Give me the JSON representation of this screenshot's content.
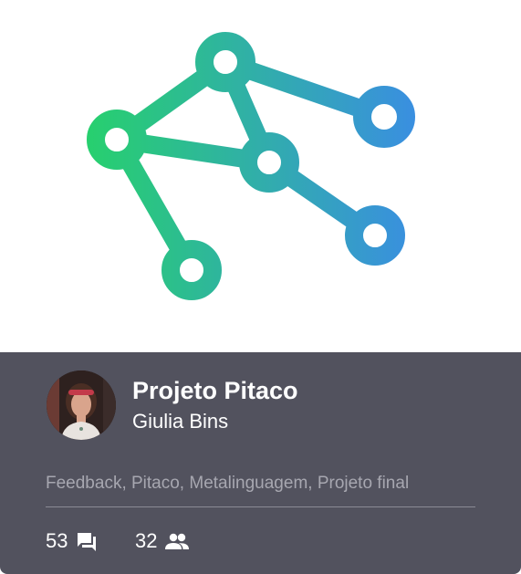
{
  "project": {
    "title": "Projeto Pitaco",
    "author": "Giulia Bins",
    "tags": "Feedback, Pitaco, Metalinguagem, Projeto final"
  },
  "stats": {
    "comments_count": "53",
    "comments_icon": "chat-bubbles-icon",
    "participants_count": "32",
    "participants_icon": "people-icon"
  },
  "colors": {
    "graph_gradient_start": "#27d06e",
    "graph_gradient_end": "#3a8ee2",
    "info_background": "#52525e",
    "tags_text": "#a7a7b0"
  }
}
